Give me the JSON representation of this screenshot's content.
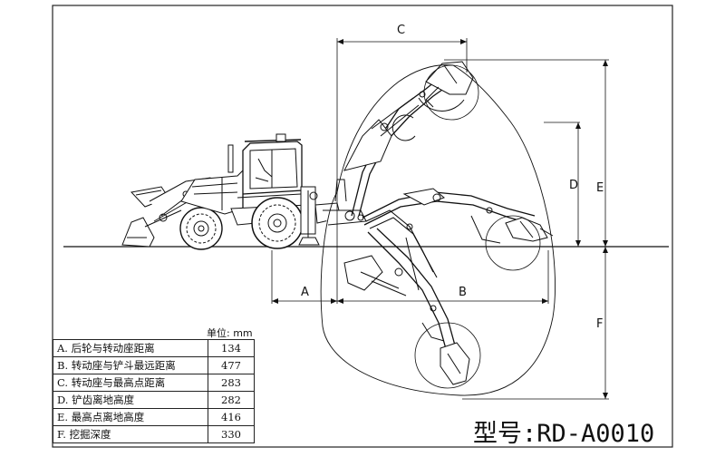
{
  "dimension_labels": {
    "a": "A",
    "b": "B",
    "c": "C",
    "d": "D",
    "e": "E",
    "f": "F"
  },
  "unit_label": "单位: mm",
  "spec_table": {
    "rows": [
      {
        "label": "A. 后轮与转动座距离",
        "value": "134"
      },
      {
        "label": "B. 转动座与铲斗最远距离",
        "value": "477"
      },
      {
        "label": "C. 转动座与最高点距离",
        "value": "283"
      },
      {
        "label": "D. 铲齿离地高度",
        "value": "282"
      },
      {
        "label": "E. 最高点离地高度",
        "value": "416"
      },
      {
        "label": "F. 挖掘深度",
        "value": "330"
      }
    ]
  },
  "model_code": "型号:RD-A0010",
  "colors": {
    "line": "#111111",
    "background": "#ffffff"
  },
  "icons": [
    "backhoe-loader-drawing",
    "excavator-arm-positions",
    "dimension-arrows"
  ]
}
